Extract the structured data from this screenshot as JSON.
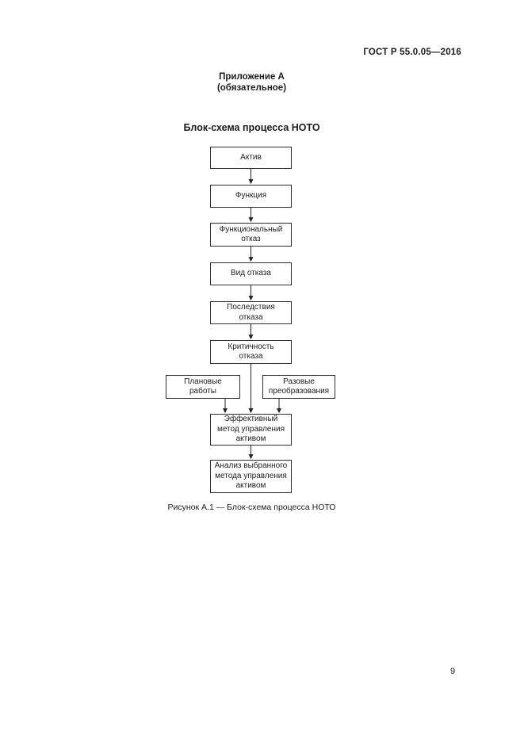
{
  "page": {
    "running_header": "ГОСТ Р 55.0.05—2016",
    "appendix_title": "Приложение А",
    "appendix_subtitle": "(обязательное)",
    "figure_title": "Блок-схема процесса НОТО",
    "figure_caption": "Рисунок А.1 — Блок-схема процесса НОТО",
    "page_number": "9"
  },
  "flowchart": {
    "nodes": [
      {
        "id": "asset",
        "label": "Актив"
      },
      {
        "id": "function",
        "label": "Функция"
      },
      {
        "id": "functional-failure",
        "label": "Функциональный\nотказ"
      },
      {
        "id": "failure-mode",
        "label": "Вид отказа"
      },
      {
        "id": "failure-consequences",
        "label": "Последствия\nотказа"
      },
      {
        "id": "failure-criticality",
        "label": "Критичность\nотказа"
      },
      {
        "id": "planned-works",
        "label": "Плановые\nработы"
      },
      {
        "id": "one-time-transformations",
        "label": "Разовые\nпреобразования"
      },
      {
        "id": "effective-management-method",
        "label": "Эффективный\nметод управления\nактивом"
      },
      {
        "id": "selected-method-analysis",
        "label": "Анализ выбранного\nметода управления\nактивом"
      }
    ],
    "edges": [
      {
        "from": "asset",
        "to": "function"
      },
      {
        "from": "function",
        "to": "functional-failure"
      },
      {
        "from": "functional-failure",
        "to": "failure-mode"
      },
      {
        "from": "failure-mode",
        "to": "failure-consequences"
      },
      {
        "from": "failure-consequences",
        "to": "failure-criticality"
      },
      {
        "from": "failure-criticality",
        "to": "effective-management-method"
      },
      {
        "from": "planned-works",
        "to": "effective-management-method"
      },
      {
        "from": "one-time-transformations",
        "to": "effective-management-method"
      },
      {
        "from": "effective-management-method",
        "to": "selected-method-analysis"
      }
    ],
    "colors": {
      "text": "#1c1c1c",
      "border": "#2e2e2e",
      "background": "#ffffff"
    }
  }
}
